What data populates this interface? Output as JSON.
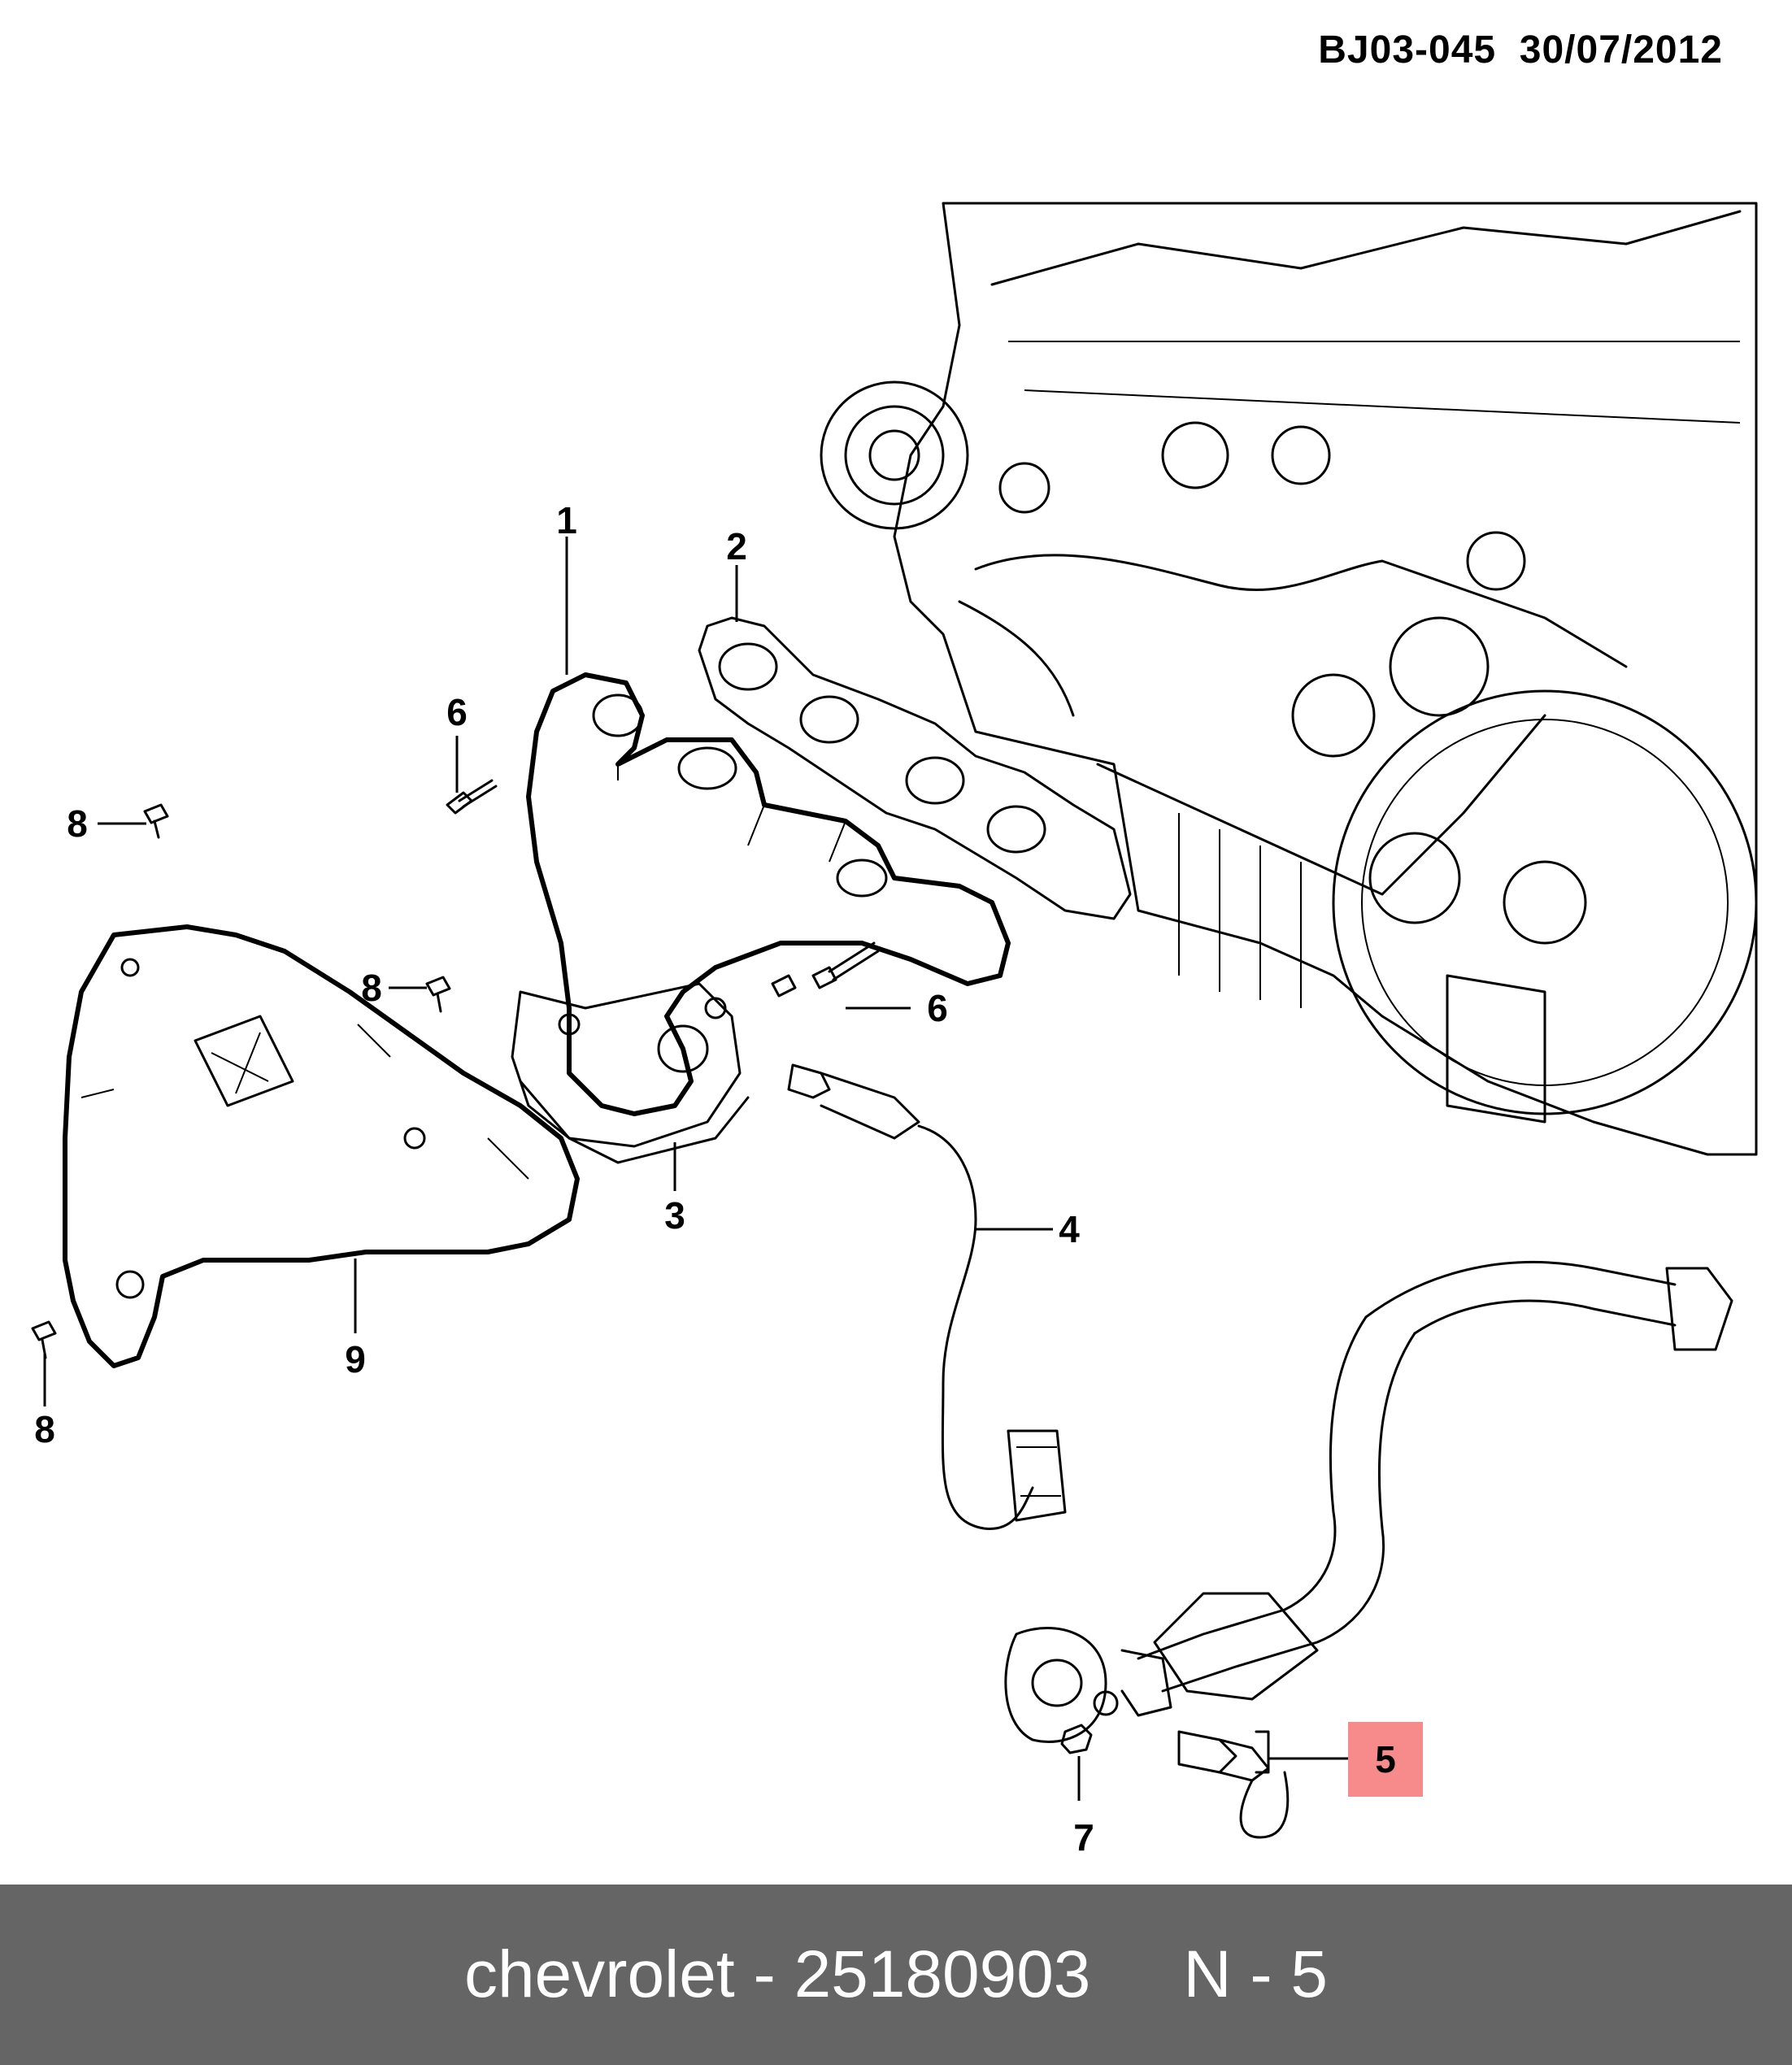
{
  "header": {
    "ref_code": "BJ03-045",
    "date": "30/07/2012"
  },
  "callouts": [
    {
      "id": "1",
      "label": "1"
    },
    {
      "id": "2",
      "label": "2"
    },
    {
      "id": "3",
      "label": "3"
    },
    {
      "id": "4",
      "label": "4"
    },
    {
      "id": "5",
      "label": "5",
      "highlighted": true
    },
    {
      "id": "6a",
      "label": "6"
    },
    {
      "id": "6b",
      "label": "6"
    },
    {
      "id": "7",
      "label": "7"
    },
    {
      "id": "8a",
      "label": "8"
    },
    {
      "id": "8b",
      "label": "8"
    },
    {
      "id": "8c",
      "label": "8"
    },
    {
      "id": "9",
      "label": "9"
    }
  ],
  "highlight_color": "#f78a8a",
  "footer": {
    "brand": "chevrolet",
    "separator": "-",
    "part_number": "25180903",
    "position_label": "N - 5"
  },
  "footer_color": "#656565"
}
